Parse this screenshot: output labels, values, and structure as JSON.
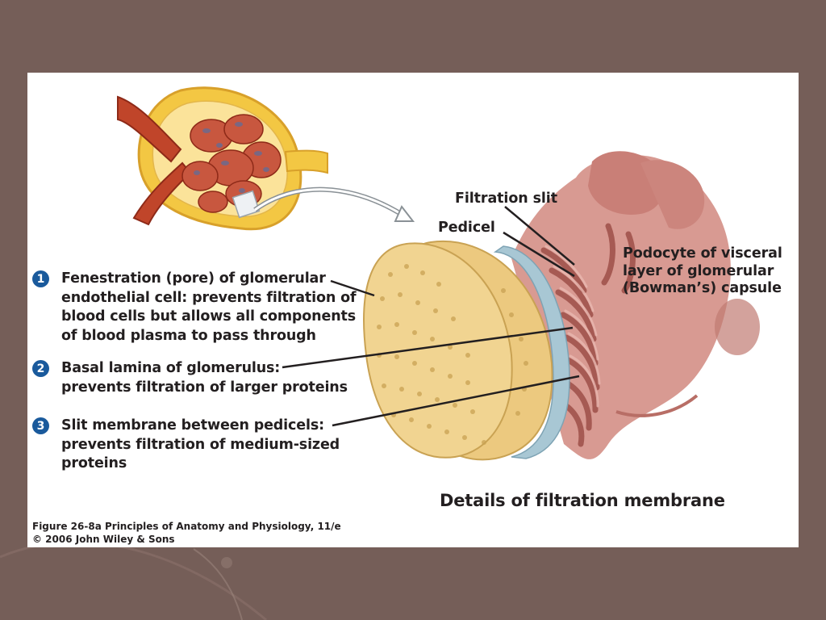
{
  "labels": {
    "filtration_slit": "Filtration slit",
    "pedicel": "Pedicel",
    "podocyte": [
      "Podocyte of visceral",
      "layer of glomerular",
      "(Bowman’s) capsule"
    ]
  },
  "items": [
    {
      "number": "1",
      "lines": [
        "Fenestration (pore) of glomerular",
        "endothelial cell: prevents filtration of",
        "blood cells but allows all components",
        "of blood plasma to pass through"
      ]
    },
    {
      "number": "2",
      "lines": [
        "Basal lamina of glomerulus:",
        "prevents filtration of larger proteins"
      ]
    },
    {
      "number": "3",
      "lines": [
        "Slit membrane between pedicels:",
        "prevents filtration of medium-sized",
        "proteins"
      ]
    }
  ],
  "caption": "Details of filtration membrane",
  "credit": [
    "Figure 26-8a  Principles of Anatomy and Physiology, 11/e",
    "© 2006 John Wiley & Sons"
  ],
  "colors": {
    "background": "#755e58",
    "badge": "#1a5a9c",
    "capsule": "#f3c743",
    "endothelium": "#e9c57a",
    "podocyte": "#d89a92"
  }
}
